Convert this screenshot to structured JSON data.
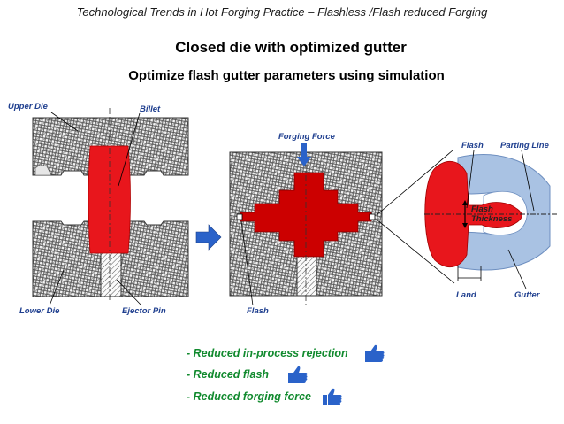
{
  "header": {
    "title": "Technological Trends in Hot Forging Practice – Flashless /Flash reduced  Forging"
  },
  "slide": {
    "title": "Closed die with optimized gutter",
    "subtitle": "Optimize flash gutter parameters using simulation"
  },
  "left_diagram": {
    "labels": {
      "upper_die": "Upper Die",
      "billet": "Billet",
      "lower_die": "Lower Die",
      "ejector_pin": "Ejector Pin"
    }
  },
  "middle_diagram": {
    "labels": {
      "forging_force": "Forging Force",
      "flash": "Flash"
    }
  },
  "detail_diagram": {
    "labels": {
      "flash": "Flash",
      "parting_line": "Parting Line",
      "flash_thickness": "Flash Thickness",
      "land": "Land",
      "gutter": "Gutter"
    }
  },
  "benefits": [
    {
      "text": "- Reduced in-process rejection",
      "icon": "thumbs-up-icon"
    },
    {
      "text": "- Reduced flash",
      "icon": "thumbs-up-icon"
    },
    {
      "text": "- Reduced forging force",
      "icon": "thumbs-up-icon"
    }
  ],
  "colors": {
    "billet": "#e8161c",
    "forging": "#cc0000",
    "label_blue": "#1f3f8f",
    "benefit_green": "#118a2e",
    "die_blue": "#a9c2e3",
    "arrow_blue": "#2a62c9"
  }
}
